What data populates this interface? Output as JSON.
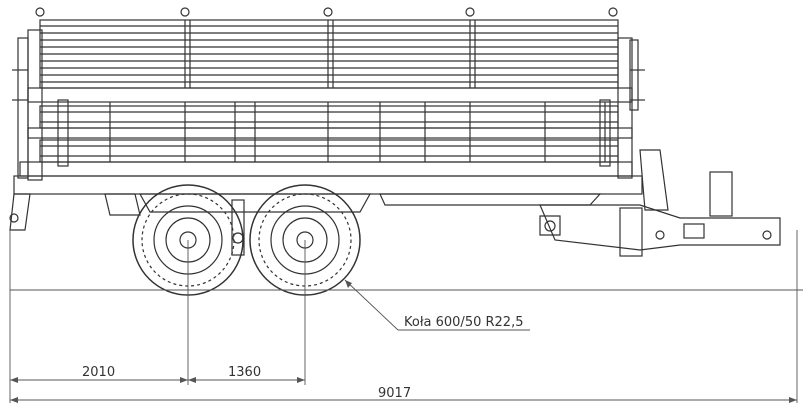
{
  "callout": {
    "wheels_label": "Koła 600/50 R22,5"
  },
  "dimensions": {
    "rear_to_axle1": "2010",
    "axle_spacing": "1360",
    "overall_length": "9017"
  },
  "colors": {
    "line": "#333333",
    "dim_line": "#555555",
    "background": "#ffffff"
  },
  "icons": [
    "trailer-drawing",
    "wheel-icon"
  ]
}
